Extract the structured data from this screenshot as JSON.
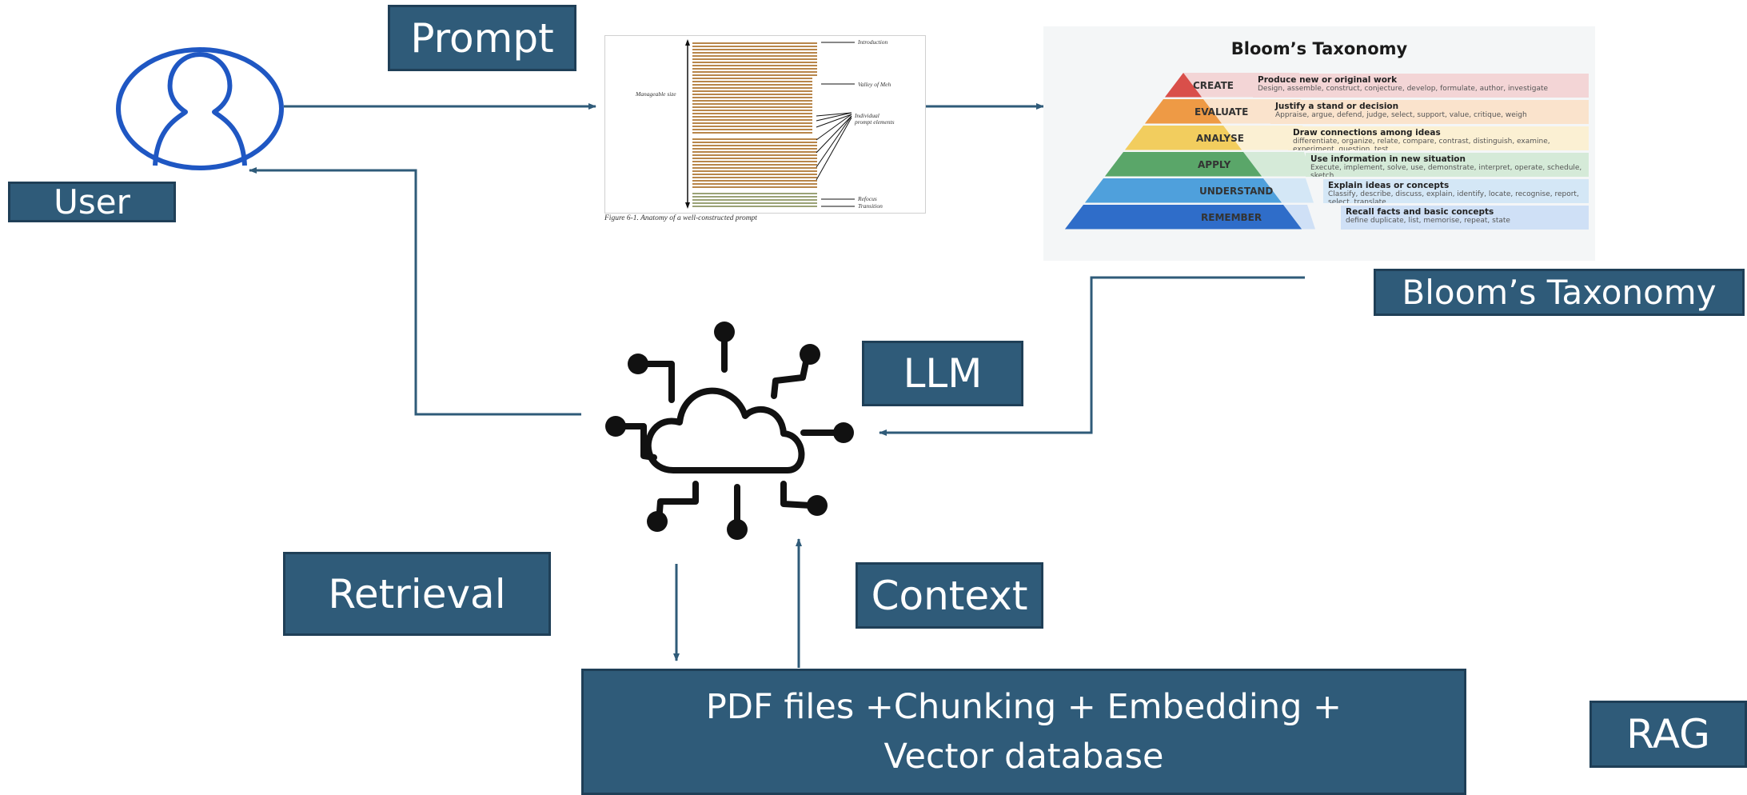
{
  "labels": {
    "prompt": "Prompt",
    "user": "User",
    "llm": "LLM",
    "retrieval": "Retrieval",
    "context": "Context",
    "bloom": "Bloom’s Taxonomy",
    "database": "PDF files +Chunking + Embedding + Vector database",
    "rag": "RAG"
  },
  "prompt_figure": {
    "caption": "Figure 6-1. Anatomy of a well-constructed prompt",
    "size_label": "Manageable size",
    "annotations": [
      "Introduction",
      "Valley of Meh",
      "Individual prompt elements",
      "Refocus",
      "Transition"
    ]
  },
  "bloom": {
    "title": "Bloom’s Taxonomy",
    "levels": [
      {
        "name": "CREATE",
        "heading": "Produce new or original work",
        "verbs": "Design, assemble, construct, conjecture, develop, formulate, author, investigate",
        "color": "#d94f4a",
        "box_color": "#f3d5d6"
      },
      {
        "name": "EVALUATE",
        "heading": "Justify a stand or decision",
        "verbs": "Appraise, argue, defend, judge, select, support, value, critique, weigh",
        "color": "#ee9a45",
        "box_color": "#fae3cc"
      },
      {
        "name": "ANALYSE",
        "heading": "Draw connections among ideas",
        "verbs": "differentiate, organize, relate, compare, contrast, distinguish, examine, experiment, question, test",
        "color": "#f2cd5e",
        "box_color": "#fbf0d3"
      },
      {
        "name": "APPLY",
        "heading": "Use information in new situation",
        "verbs": "Execute, implement, solve, use, demonstrate, interpret, operate, schedule, sketch",
        "color": "#5aa669",
        "box_color": "#d5ead8"
      },
      {
        "name": "UNDERSTAND",
        "heading": "Explain ideas or concepts",
        "verbs": "Classify, describe, discuss, explain, identify, locate, recognise, report, select, translate",
        "color": "#4fa0dc",
        "box_color": "#d4e7f6"
      },
      {
        "name": "REMEMBER",
        "heading": "Recall facts and basic concepts",
        "verbs": "define duplicate, list, memorise, repeat, state",
        "color": "#2f6dc9",
        "box_color": "#cfe0f6"
      }
    ]
  },
  "colors": {
    "box_fill": "#2f5b79",
    "arrow": "#2f5b79",
    "icon": "#111111",
    "user_icon": "#1f57c3"
  }
}
